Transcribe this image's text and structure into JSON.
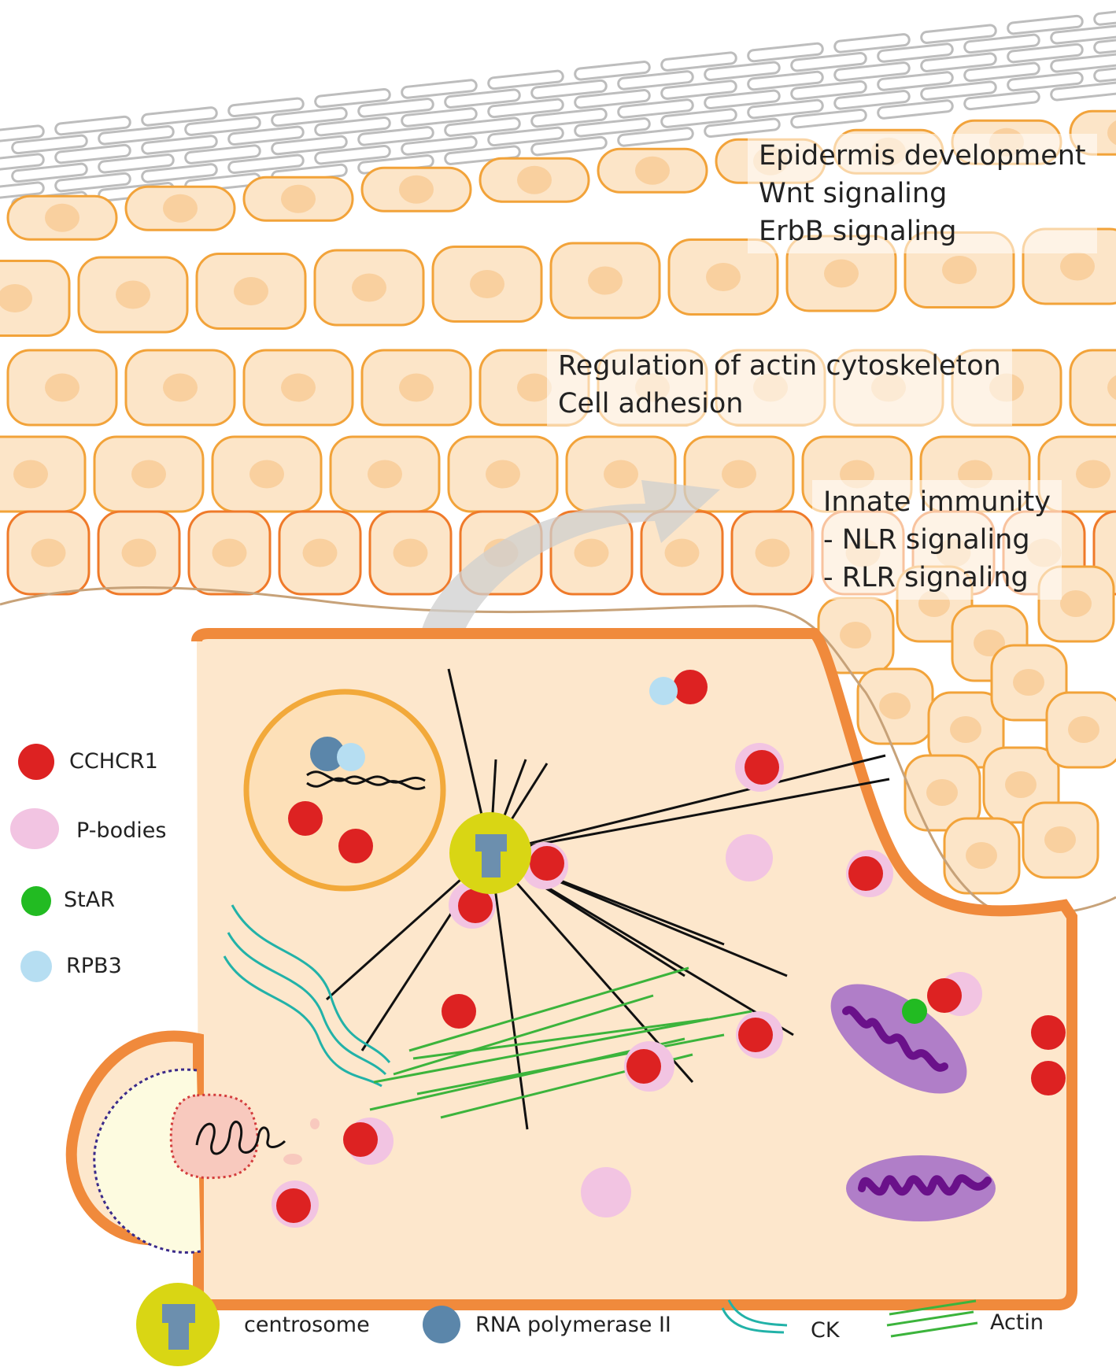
{
  "pathways": {
    "epidermis": [
      "Epidermis development",
      "Wnt signaling",
      "ErbB signaling"
    ],
    "cytoskeleton": [
      "Regulation of actin cytoskeleton",
      "Cell adhesion"
    ],
    "immunity": [
      "Innate immunity",
      "- NLR signaling",
      "- RLR signaling"
    ]
  },
  "legend_side": [
    {
      "label": "CCHCR1",
      "color": "#dd2222"
    },
    {
      "label": "P-bodies",
      "color": "#f2c4e2"
    },
    {
      "label": "StAR",
      "color": "#22bb22"
    },
    {
      "label": "RPB3",
      "color": "#b6def2"
    }
  ],
  "legend_bottom": [
    {
      "label": "centrosome",
      "icon": "centrosome-icon"
    },
    {
      "label": "RNA polymerase II",
      "icon": "rna-polymerase-icon",
      "color": "#5b86aa"
    },
    {
      "label": "CK",
      "icon": "cytokeratin-icon",
      "color": "#22b2a8"
    },
    {
      "label": "Actin",
      "icon": "actin-icon",
      "color": "#3cb43c"
    }
  ],
  "colors": {
    "cell_fill": "#fde7cc",
    "cell_border": "#f08a3c",
    "nucleus_border": "#f2a93a",
    "tissue_cell": "#fce5c8",
    "tissue_border": "#f2a33a",
    "mitochondrion": "#b07ec8",
    "centrosome": "#d9d614"
  }
}
